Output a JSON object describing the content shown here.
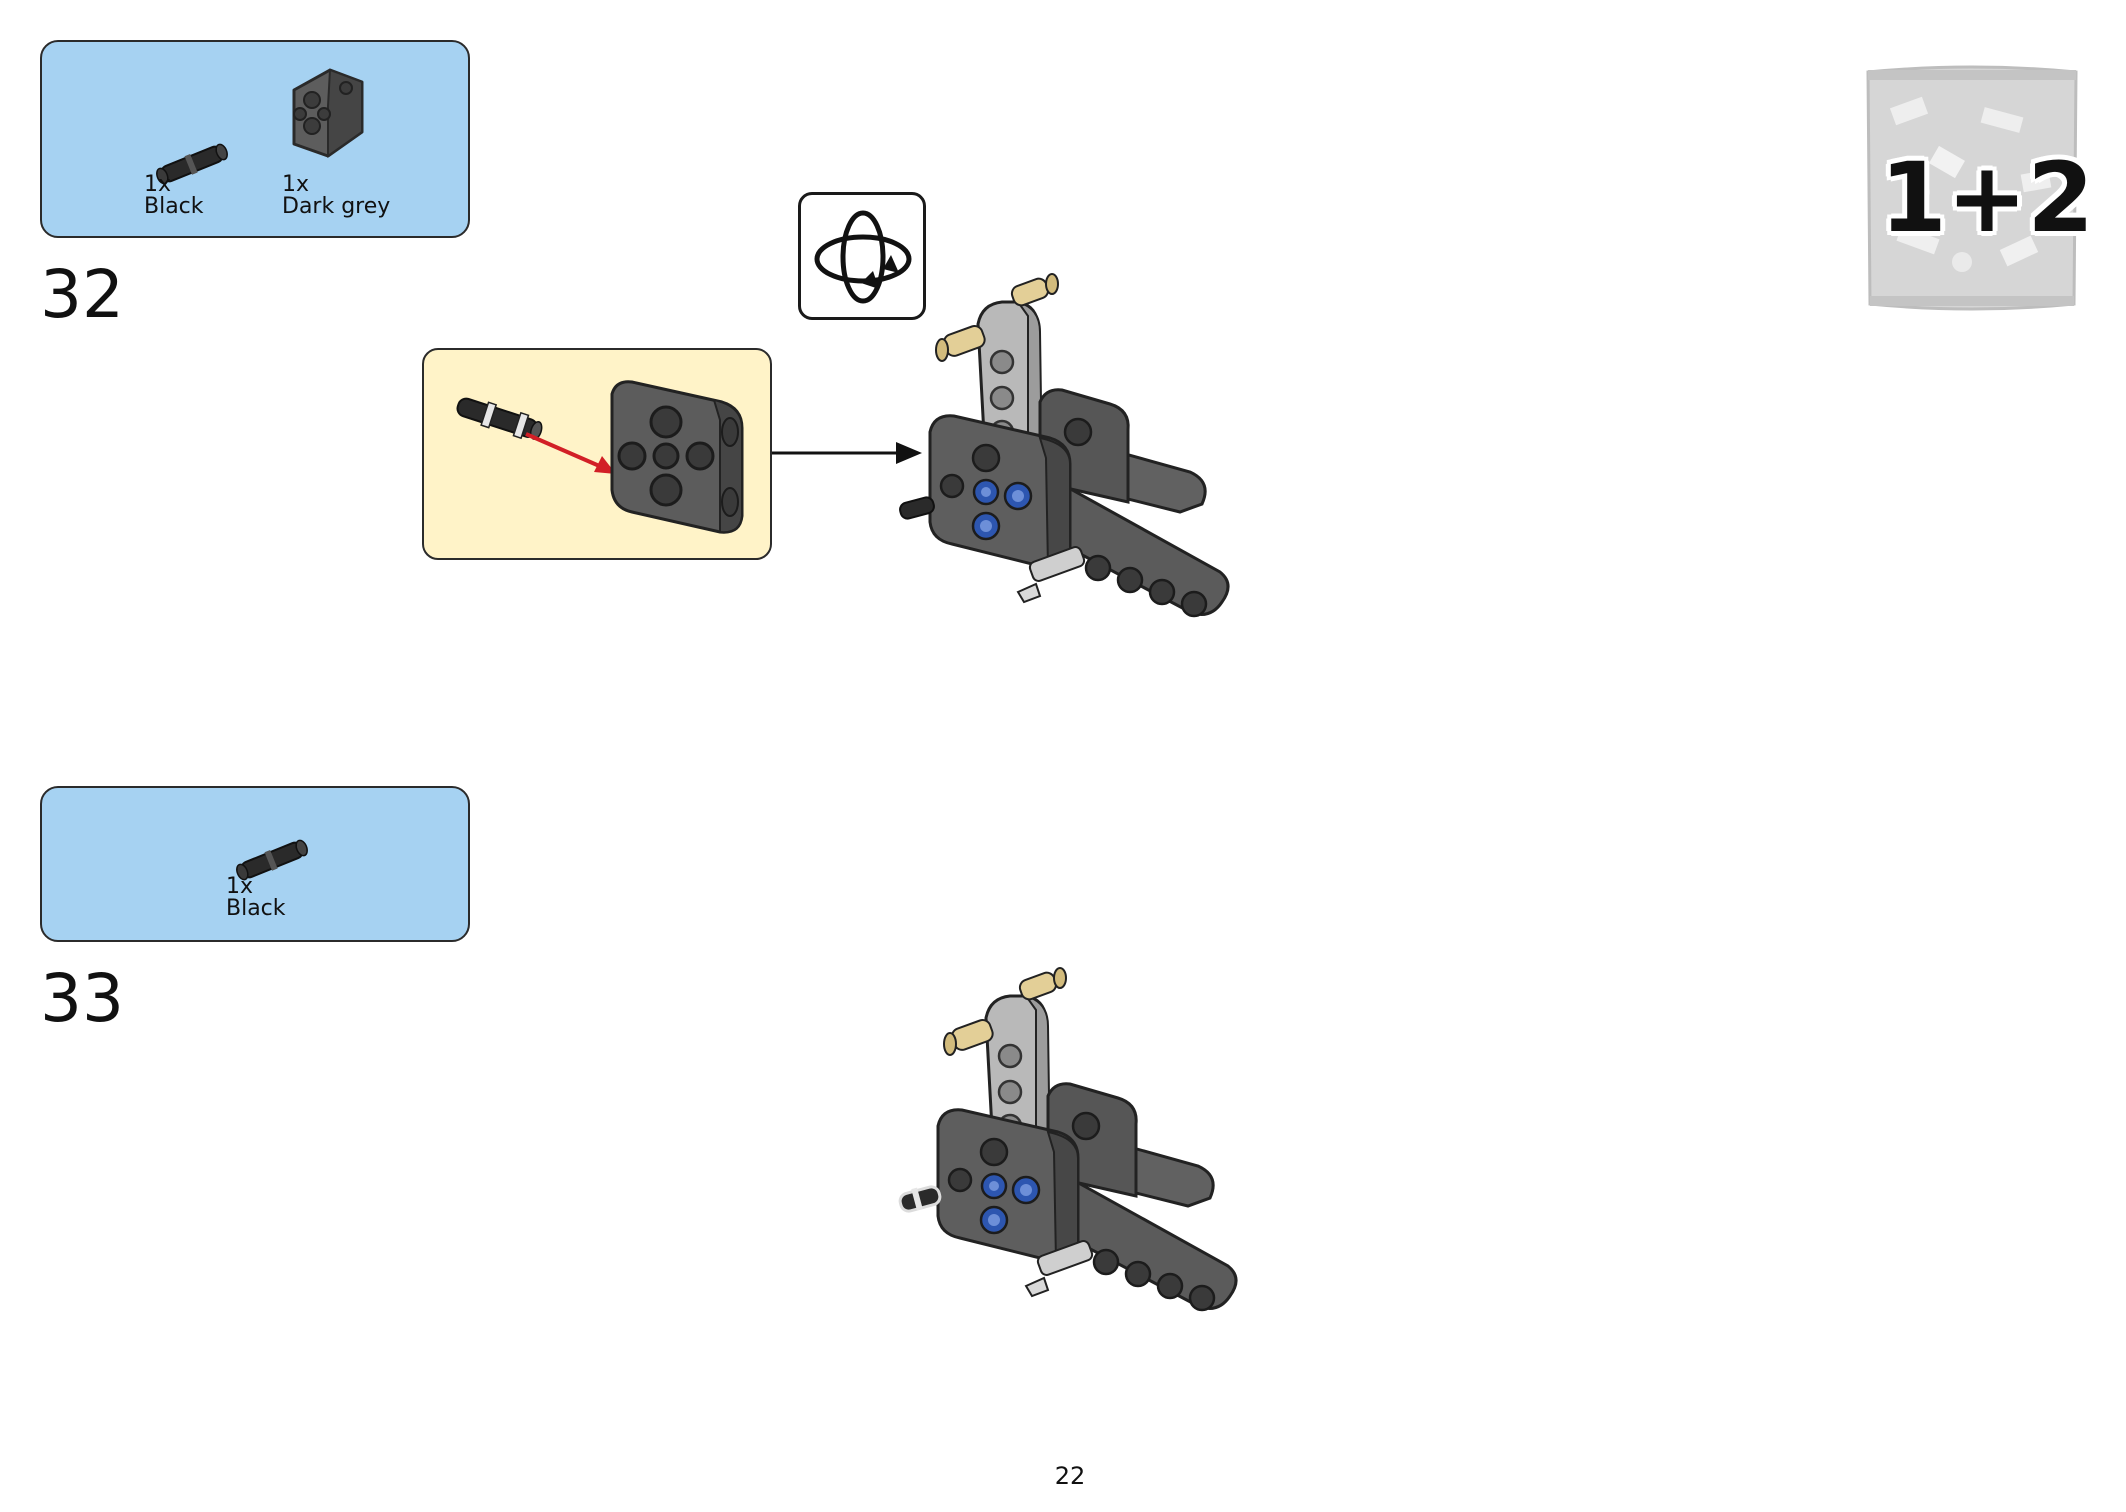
{
  "steps": [
    {
      "number": "32",
      "parts": [
        {
          "qty": "1x",
          "color": "Black"
        },
        {
          "qty": "1x",
          "color": "Dark grey"
        }
      ]
    },
    {
      "number": "33",
      "parts": [
        {
          "qty": "1x",
          "color": "Black"
        }
      ]
    }
  ],
  "bag": {
    "label": "1+2"
  },
  "page_number": "22",
  "colors": {
    "parts_box": "#a6d2f2",
    "callout": "#fff3c8",
    "dark_grey": "#5a5a5a",
    "light_grey": "#b9b9b9",
    "tan": "#e3cf97",
    "blue": "#2d56b0",
    "red_arrow": "#d21f26"
  },
  "icons": [
    "rotate-model-icon",
    "black-pin-icon",
    "dark-grey-connector-icon",
    "parts-bag-icon"
  ]
}
